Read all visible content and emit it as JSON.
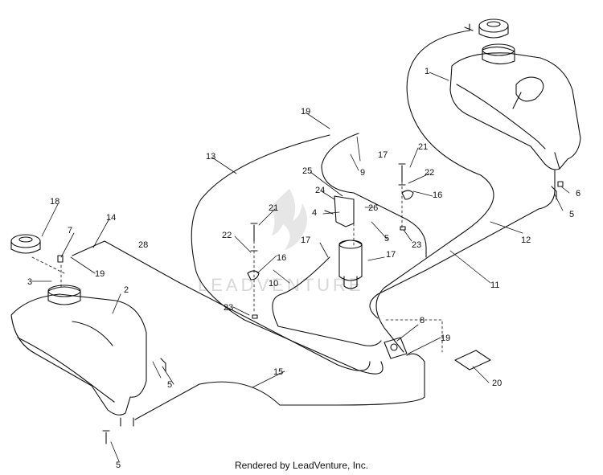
{
  "watermark": {
    "text": "LEADVENTURE"
  },
  "footer": {
    "text": "Rendered by LeadVenture, Inc."
  },
  "callouts": [
    "1",
    "2",
    "3",
    "5",
    "5",
    "5",
    "6",
    "7",
    "8",
    "9",
    "10",
    "11",
    "12",
    "13",
    "14",
    "15",
    "16",
    "16",
    "17",
    "17",
    "17",
    "18",
    "19",
    "19",
    "19",
    "20",
    "21",
    "21",
    "22",
    "22",
    "23",
    "23",
    "24",
    "25",
    "26",
    "28",
    "4",
    "5"
  ]
}
